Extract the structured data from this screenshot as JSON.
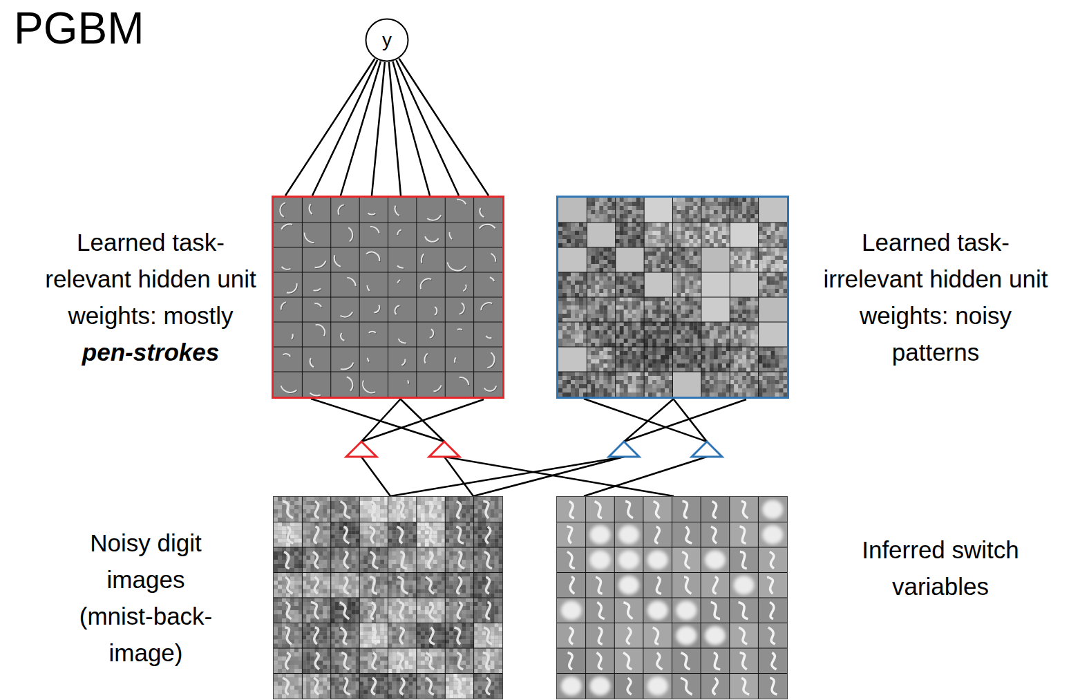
{
  "diagram": {
    "title": "PGBM",
    "nodes": [
      {
        "text": [
          "y"
        ]
      },
      {
        "text": [
          "Learned task-relevant hidden unit weights: mostly",
          "pen-strokes"
        ]
      },
      {
        "text": [
          "Learned task-irrelevant hidden unit weights: noisy patterns"
        ]
      },
      {
        "text": [
          "Noisy digit images (mnist-back-image)"
        ]
      },
      {
        "text": [
          "Inferred switch variables"
        ]
      }
    ],
    "edges": [
      {
        "from": 0,
        "to": 1,
        "arrow": "none"
      },
      {
        "from": 1,
        "to": 3,
        "arrow": "none"
      },
      {
        "from": 1,
        "to": 4,
        "arrow": "none"
      },
      {
        "from": 2,
        "to": 3,
        "arrow": "none"
      },
      {
        "from": 2,
        "to": 4,
        "arrow": "none"
      }
    ]
  }
}
